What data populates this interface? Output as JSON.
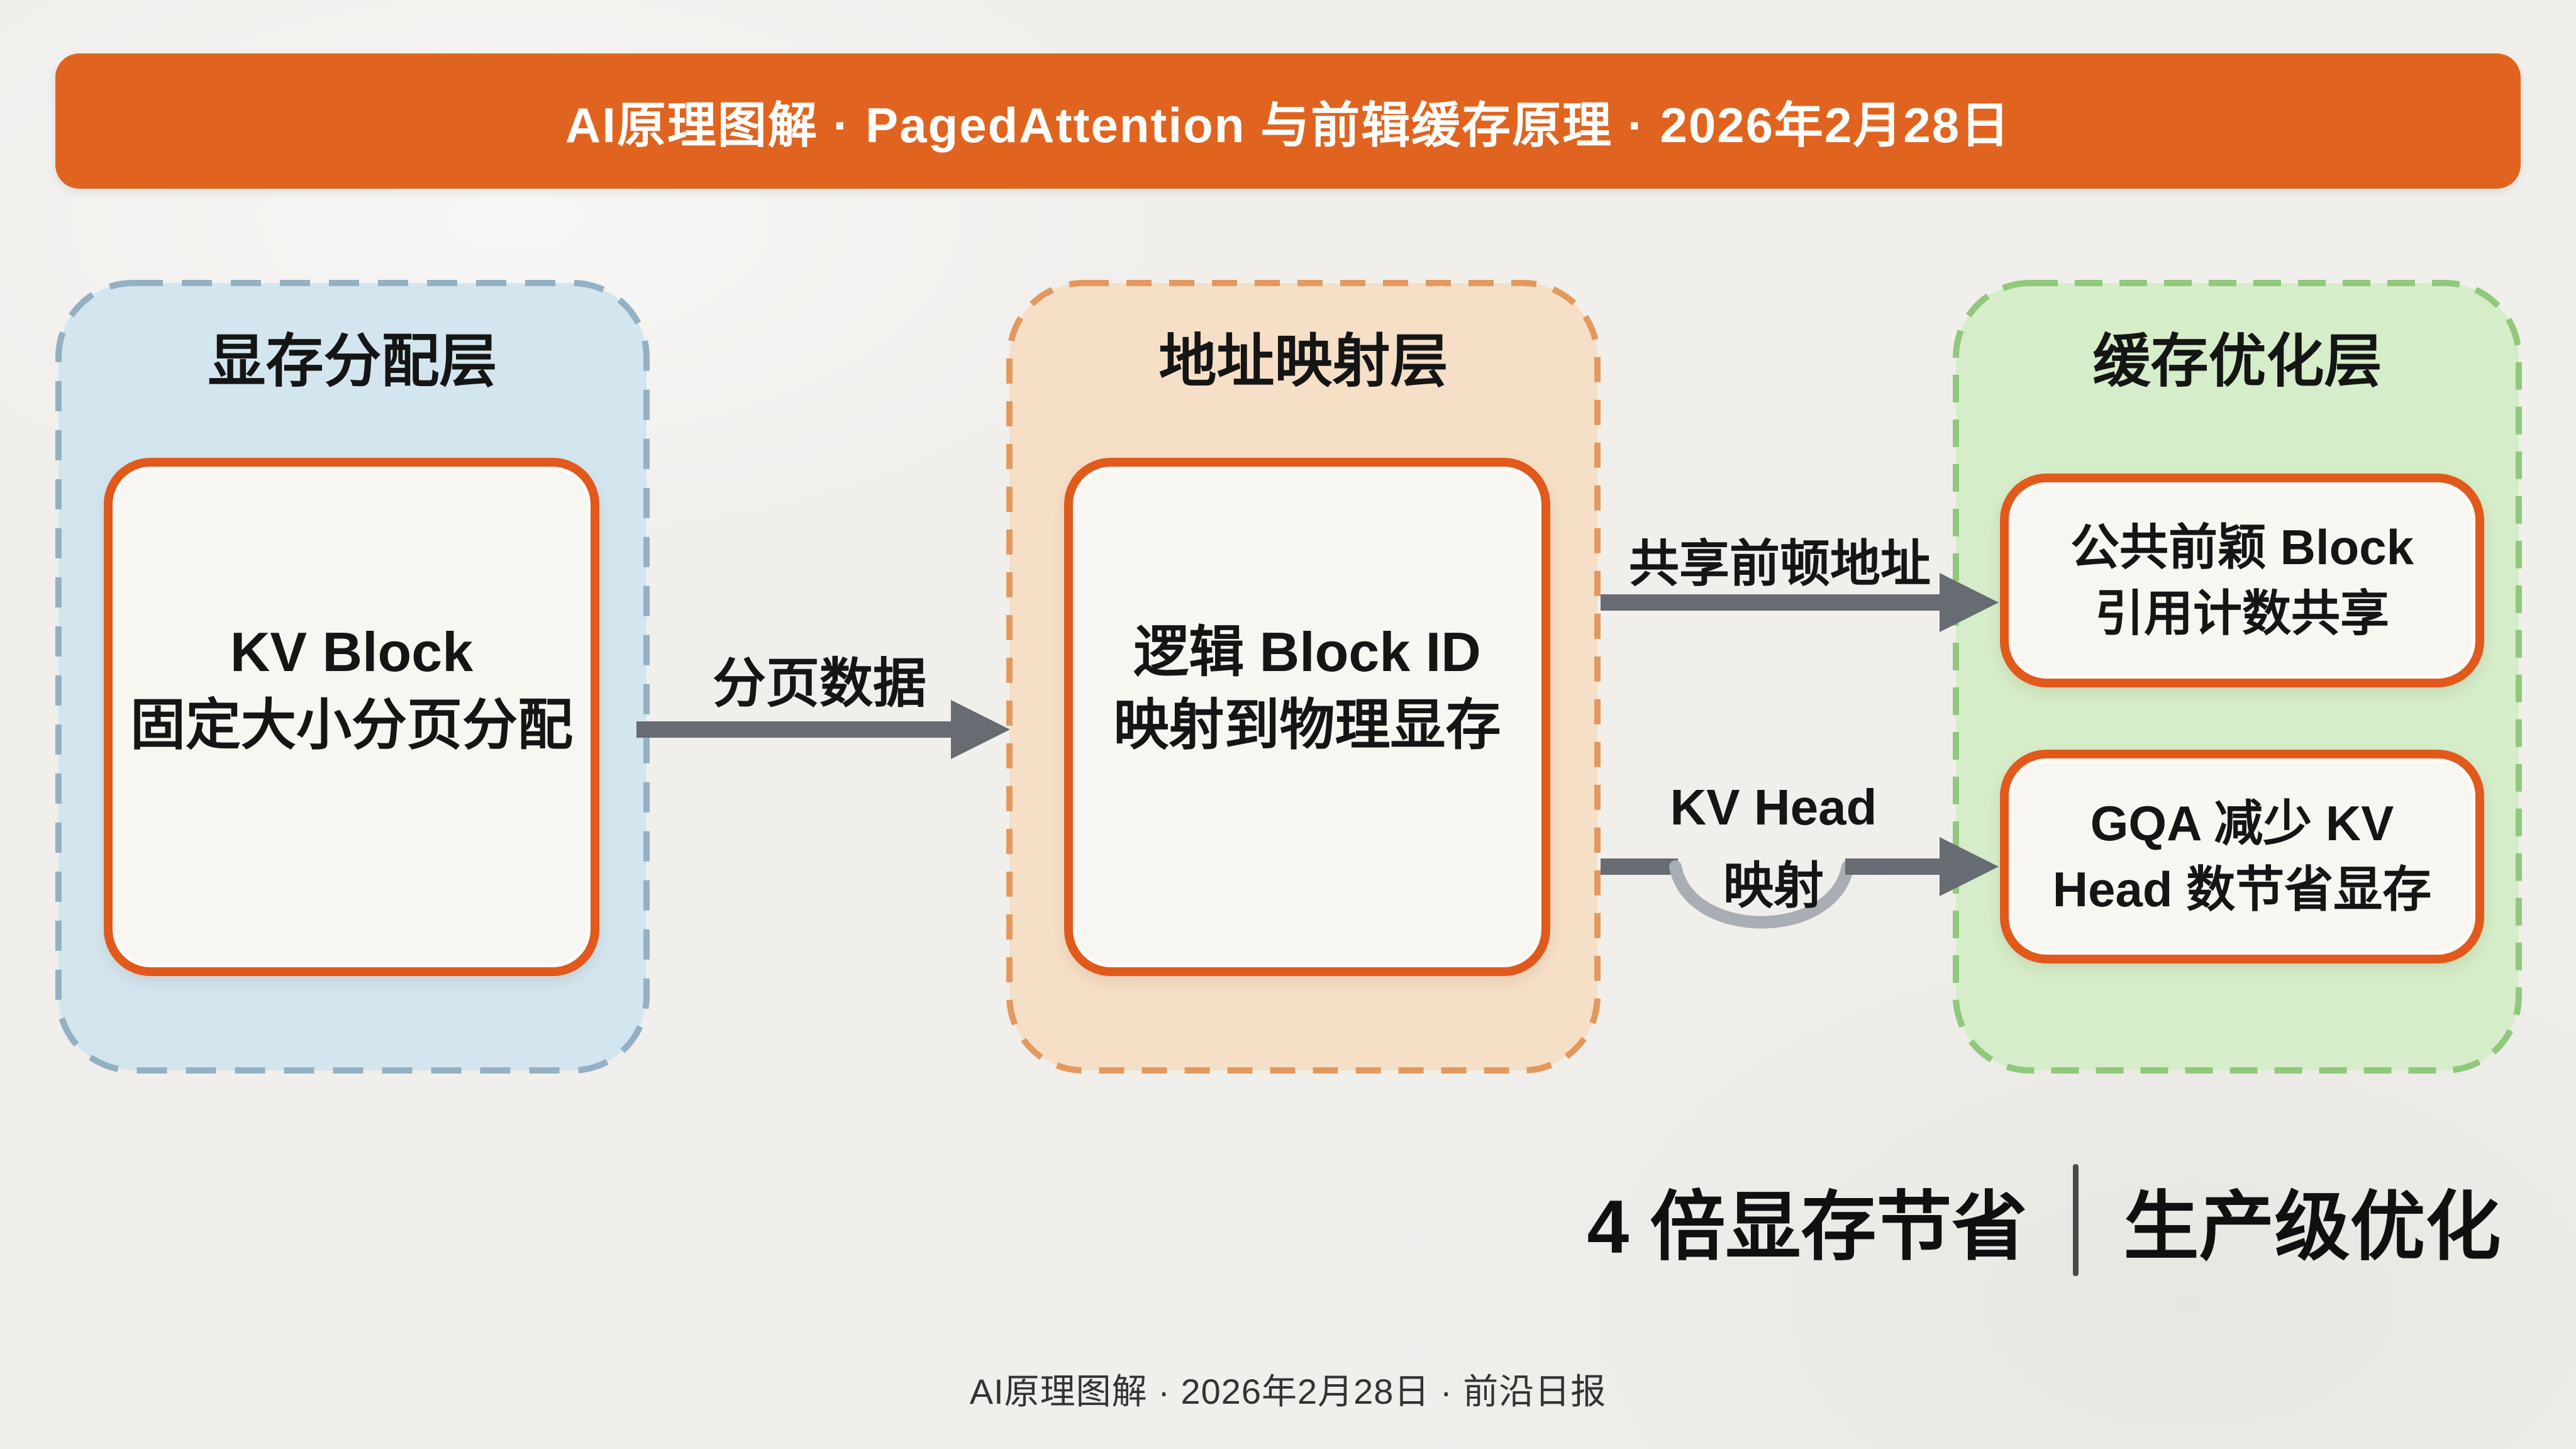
{
  "banner": {
    "title": "AI原理图解 · PagedAttention 与前辑缓存原理 · 2026年2月28日"
  },
  "layers": {
    "memory": {
      "title": "显存分配层",
      "card": {
        "line1": "KV Block",
        "line2": "固定大小分页分配"
      }
    },
    "mapping": {
      "title": "地址映射层",
      "card": {
        "line1": "逻辑 Block ID",
        "line2": "映射到物理显存"
      }
    },
    "cache": {
      "title": "缓存优化层",
      "card1": {
        "line1": "公共前颖 Block",
        "line2": "引用计数共享"
      },
      "card2": {
        "line1": "GQA 减少 KV",
        "line2": "Head 数节省显存"
      }
    }
  },
  "arrows": {
    "paging": {
      "label": "分页数据"
    },
    "prefix": {
      "label": "共享前顿地址"
    },
    "kv_head": {
      "label_line1": "KV Head",
      "label_line2": "映射"
    }
  },
  "stats": {
    "left": "4 倍显存节省",
    "right": "生产级优化"
  },
  "footer": {
    "text": "AI原理图解 · 2026年2月28日 · 前沿日报"
  },
  "colors": {
    "banner_bg": "#e0641f",
    "page_bg": "#f0efec",
    "memory_fill": "#d3e6ef",
    "memory_border": "#94b0c3",
    "mapping_fill": "#f6dfc7",
    "mapping_border": "#e3995e",
    "cache_fill": "#d6edc9",
    "cache_border": "#90c87c",
    "card_fill": "#f8f6f1",
    "card_border": "#e2591c",
    "arrow": "#666c72",
    "arrow_dip": "#a9aeb4",
    "text": "#151515"
  }
}
